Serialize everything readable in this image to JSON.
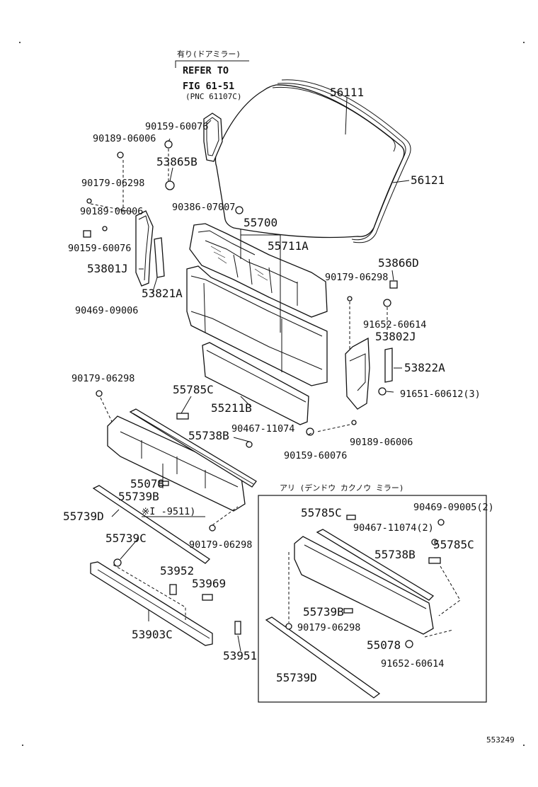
{
  "refer_box": {
    "note_jp": "有り(ドアミラー)",
    "line1": "REFER TO",
    "line2": "FIG 61-51",
    "line3": "(PNC 61107C)"
  },
  "labels": {
    "p56111": "56111",
    "p56121": "56121",
    "p90159_a": "90159-60076",
    "p90189_a": "90189-06006",
    "p53865B": "53865B",
    "p90179_a": "90179-06298",
    "p90189_b": "90189-06006",
    "p90386": "90386-07007",
    "p55700": "55700",
    "p55711A": "55711A",
    "p90159_b": "90159-60076",
    "p53801J": "53801J",
    "p53866D": "53866D",
    "p90179_b": "90179-06298",
    "p53821A": "53821A",
    "p90469_a": "90469-09006",
    "p91652_a": "91652-60614",
    "p53802J": "53802J",
    "p53822A": "53822A",
    "p90179_c": "90179-06298",
    "p55785C_a": "55785C",
    "p91651": "91651-60612(3)",
    "p55211B": "55211B",
    "p90467_a": "90467-11074",
    "p55738B_a": "55738B",
    "p90189_c": "90189-06006",
    "p90159_c": "90159-60076",
    "p55078_a": "55078",
    "p55739B_a": "55739B",
    "p55739D_a": "55739D",
    "note_range": "※I    -9511)",
    "p90179_d": "90179-06298",
    "p55739C": "55739C",
    "p53952": "53952",
    "p53969": "53969",
    "p53903C": "53903C",
    "p53951": "53951"
  },
  "inset": {
    "title": "アリ (デンドウ カクノウ ミラー)",
    "labels": {
      "p55785C_b": "55785C",
      "p90469_b": "90469-09005(2)",
      "p90467_b": "90467-11074(2)",
      "p55738B_b": "55738B",
      "p55785C_c": "55785C",
      "p55739B_b": "55739B",
      "p90179_e": "90179-06298",
      "p55078_b": "55078",
      "p91652_b": "91652-60614",
      "p55739D_b": "55739D"
    }
  },
  "footer": {
    "diagram_id": "553249"
  }
}
